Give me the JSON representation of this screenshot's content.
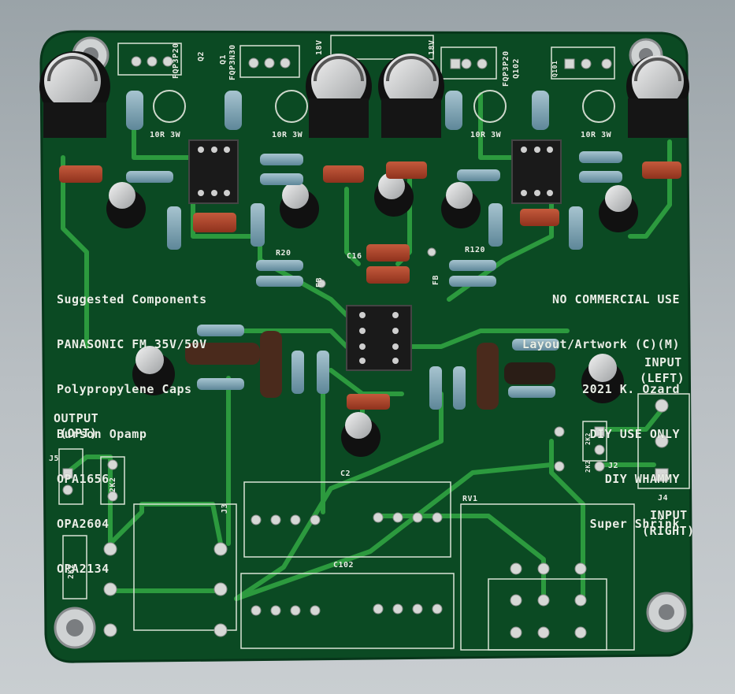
{
  "board": {
    "colors": {
      "background": "#b7bcc0",
      "pcb": "#0b4a23",
      "trace": "#2c9a3e",
      "silkscreen": "#e9efe6",
      "pad": "#d6d8d6",
      "capacitor_film": "#b3432a",
      "electrolytic": "#1b1b1b",
      "resistor_body": "#7fa5b6"
    },
    "left_notes": [
      "Suggested Components",
      "PANASONIC FM 35V/50V",
      "Polypropylene Caps",
      "Burson Opamp",
      "OPA1656",
      "OPA2604",
      "OPA2134"
    ],
    "right_notes": [
      "NO COMMERCIAL USE",
      "Layout/Artwork (C)(M)",
      "2021 K. Ozard",
      "DIY USE ONLY",
      "DIY WHAMMY",
      "Super Shrink"
    ],
    "labels": {
      "output": "OUTPUT",
      "output_opt": "(OPT)",
      "input": "INPUT",
      "input_left": "(LEFT)",
      "input_right": "(RIGHT)",
      "q2": "Q2",
      "q2_part": "FQP3P20",
      "q1": "Q1",
      "q1_part": "FQP3N30",
      "q102": "Q102",
      "q102_part": "FQP3P20",
      "q101_part": "Q101",
      "v18_left": "18V",
      "v18_right": "18V",
      "res_10r_1": "10R 3W",
      "res_10r_2": "10R 3W",
      "res_10r_3": "10R 3W",
      "res_10r_4": "10R 3W",
      "r20": "R20",
      "r120": "R120",
      "c16": "C16",
      "fb_left": "FB",
      "fb_right": "FB",
      "c2": "C2",
      "c102": "C102",
      "rv1": "RV1",
      "j3": "J3",
      "j4": "J4",
      "j5": "J5",
      "j2": "J2",
      "r2k2_a": "2K2",
      "r2k2_b": "2K2",
      "r2k2_c": "2K2",
      "r2k2_d": "2K2"
    }
  }
}
